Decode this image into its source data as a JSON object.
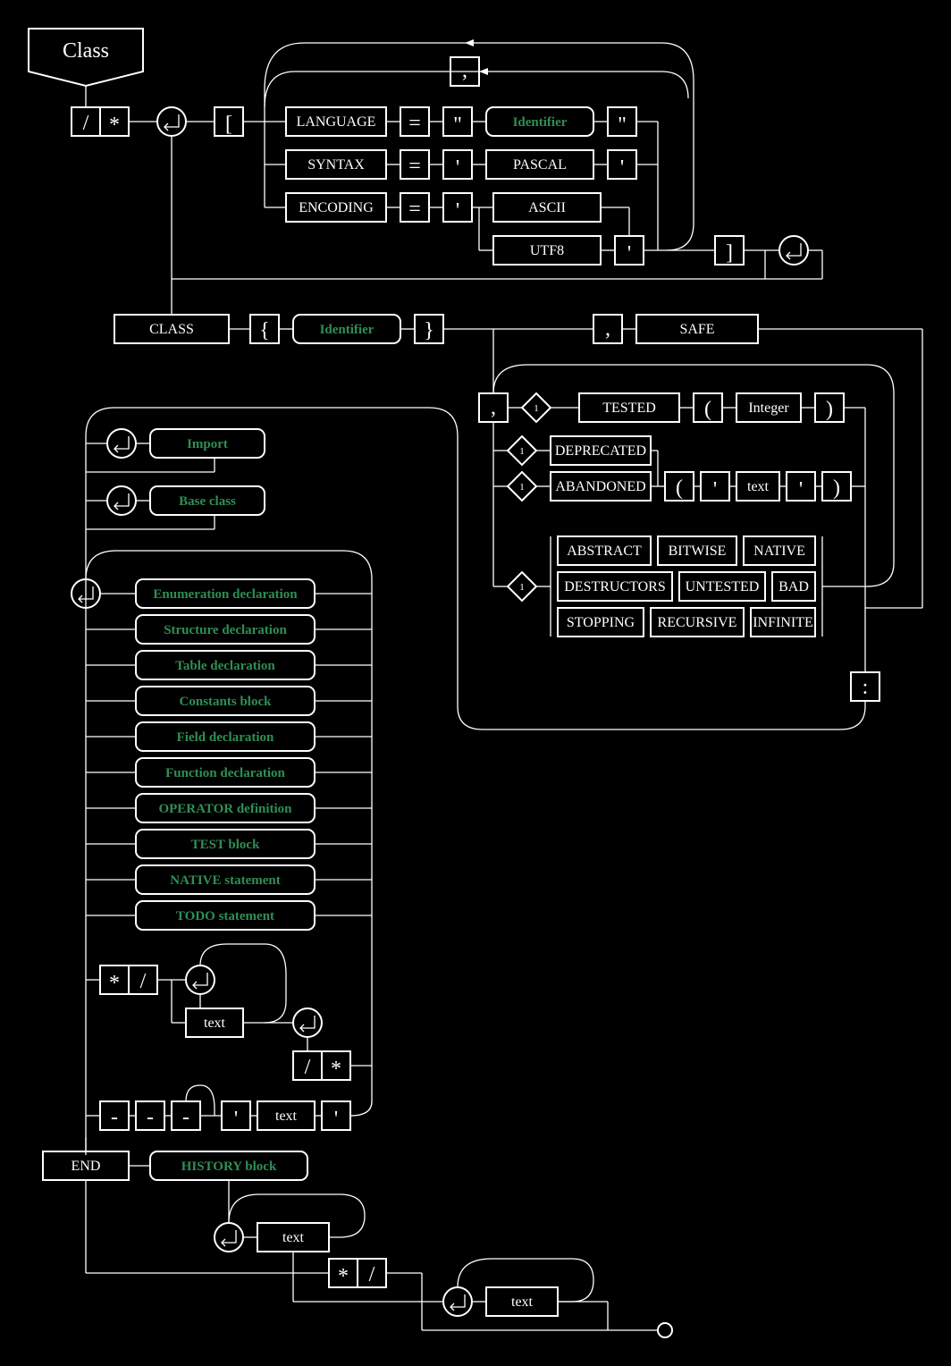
{
  "diagram": {
    "title": "Class",
    "tokens": {
      "slash": "/",
      "star": "*",
      "lbracket": "[",
      "rbracket": "]",
      "comma": ",",
      "equals": "=",
      "dquote": "\"",
      "squote": "'",
      "lbrace": "{",
      "rbrace": "}",
      "lparen": "(",
      "rparen": ")",
      "colon": ":",
      "dash": "-",
      "one": "1"
    },
    "keywords": {
      "language": "LANGUAGE",
      "syntax": "SYNTAX",
      "pascal": "PASCAL",
      "encoding": "ENCODING",
      "ascii": "ASCII",
      "utf8": "UTF8",
      "class": "CLASS",
      "safe": "SAFE",
      "tested": "TESTED",
      "integer": "Integer",
      "deprecated": "DEPRECATED",
      "abandoned": "ABANDONED",
      "text": "text",
      "end": "END"
    },
    "nonterminals": {
      "identifier": "Identifier",
      "import": "Import",
      "base_class": "Base class",
      "history_block": "HISTORY block"
    },
    "attributes": [
      "ABSTRACT",
      "BITWISE",
      "NATIVE",
      "DESTRUCTORS",
      "UNTESTED",
      "BAD",
      "STOPPING",
      "RECURSIVE",
      "INFINITE"
    ],
    "declarations": [
      "Enumeration declaration",
      "Structure declaration",
      "Table declaration",
      "Constants block",
      "Field declaration",
      "Function declaration",
      "OPERATOR definition",
      "TEST block",
      "NATIVE statement",
      "TODO statement"
    ]
  }
}
